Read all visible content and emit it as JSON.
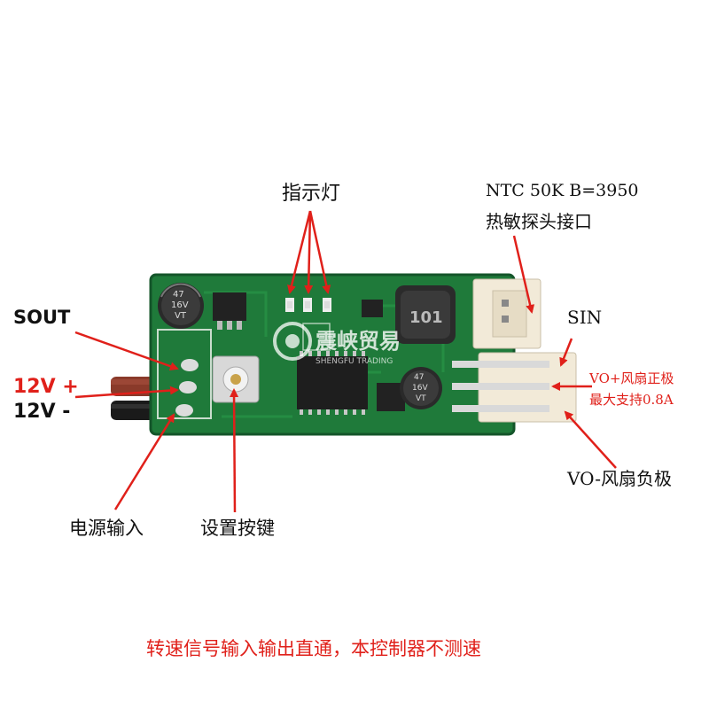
{
  "labels": {
    "indicator": "指示灯",
    "ntc_line1": "NTC 50K  B=3950",
    "ntc_line2": "热敏探头接口",
    "sout": "SOUT",
    "sin": "SIN",
    "power_pos": "12V +",
    "power_neg": "12V -",
    "vo_pos_line1": "VO+风扇正极",
    "vo_pos_line2": "最大支持0.8A",
    "vo_neg": "VO-风扇负极",
    "power_input": "电源输入",
    "set_button": "设置按键",
    "note": "转速信号输入输出直通，本控制器不测速"
  },
  "board_marks": {
    "cap1": [
      "47",
      "16V",
      "VT"
    ],
    "cap2": [
      "47",
      "16V",
      "VT"
    ],
    "inductor": "101",
    "watermark_cn": "震峡贸易",
    "watermark_en": "SHENGFU TRADING"
  },
  "colors": {
    "pcb": "#1f7a3a",
    "pcb_dark": "#14552a",
    "arrow_red": "#e0201a",
    "wire_red": "#8a3a2a",
    "wire_black": "#1a1a1a",
    "connector": "#f2ead8",
    "text_red": "#e0201a"
  }
}
